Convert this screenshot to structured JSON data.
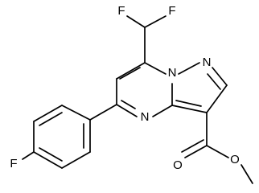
{
  "molecule": {
    "atoms": {
      "f_top_left": "F",
      "f_top_right": "F",
      "n_bridge": "N",
      "n_pyrazole": "N",
      "n_pyrimidine": "N",
      "f_phenyl": "F",
      "o_carbonyl": "O",
      "o_ester": "O"
    }
  },
  "colors": {
    "bond": "#000000",
    "label": "#000000",
    "background": "#ffffff"
  }
}
